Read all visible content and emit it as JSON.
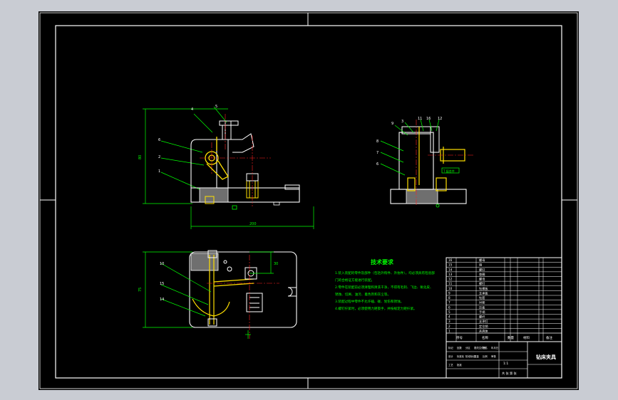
{
  "theme": {
    "page_bg": "#c9ccd3",
    "sheet_bg": "#000000",
    "frame": "#ffffff",
    "part": "#ffffff",
    "dim": "#00ff00",
    "center": "#ff2020",
    "highlight": "#ffe000",
    "hidden": "#c8c8c8",
    "accent": "#00ffff",
    "hatch": "#7a7a7a",
    "notes": "#00ff00"
  },
  "tech_notes": {
    "title": "技术要求",
    "lines": [
      "1.装入装配的零件及部件（包括外购件、外协件），均必须具有检验部",
      "门的合格证方能进行装配。",
      "2.零件在装配前必须清理和清洗干净，不得有毛刺、飞边、氧化皮、",
      "锈蚀、切屑、油污、着色剂和灰尘等。",
      "3.装配过程中零件不允许磕、碰、划伤和锈蚀。",
      "4.螺钉拧紧时，必须使用力矩扳手，并按规定力矩拧紧。"
    ]
  },
  "front_view": {
    "labels": [
      "4",
      "5",
      "6",
      "2",
      "1"
    ],
    "dimension_left": "80",
    "dimension_bottom": "200"
  },
  "side_view": {
    "labels": [
      "9",
      "3",
      "11",
      "16",
      "12",
      "8",
      "7",
      "6"
    ],
    "tag": "T 配合件"
  },
  "top_view": {
    "labels": [
      "10",
      "15",
      "14"
    ],
    "dimension_left": "75",
    "dimension_right": "30"
  },
  "title_block": {
    "drawing_name": "钻床夹具",
    "header_cells": [
      "序号",
      "名称",
      "数量",
      "材料",
      "备注"
    ],
    "block_labels": [
      "标记",
      "处数",
      "分区",
      "更改文件号",
      "签名",
      "年月日",
      "设计",
      "标准化",
      "阶段标记",
      "重量",
      "比例",
      "审核",
      "工艺",
      "批准"
    ],
    "scale": "1:1",
    "sheet_note": "共 张 第 张",
    "part_rows": [
      [
        "16",
        "螺母"
      ],
      [
        "15",
        "销"
      ],
      [
        "14",
        "螺钉"
      ],
      [
        "13",
        "垫圈"
      ],
      [
        "12",
        "螺母"
      ],
      [
        "11",
        "螺钉"
      ],
      [
        "10",
        "钻模板"
      ],
      [
        "9",
        "支承板"
      ],
      [
        "8",
        "钻套"
      ],
      [
        "7",
        "衬套"
      ],
      [
        "6",
        "压板"
      ],
      [
        "5",
        "手柄"
      ],
      [
        "4",
        "螺杆"
      ],
      [
        "3",
        "支承钉"
      ],
      [
        "2",
        "定位销"
      ],
      [
        "1",
        "夹具体"
      ]
    ]
  }
}
